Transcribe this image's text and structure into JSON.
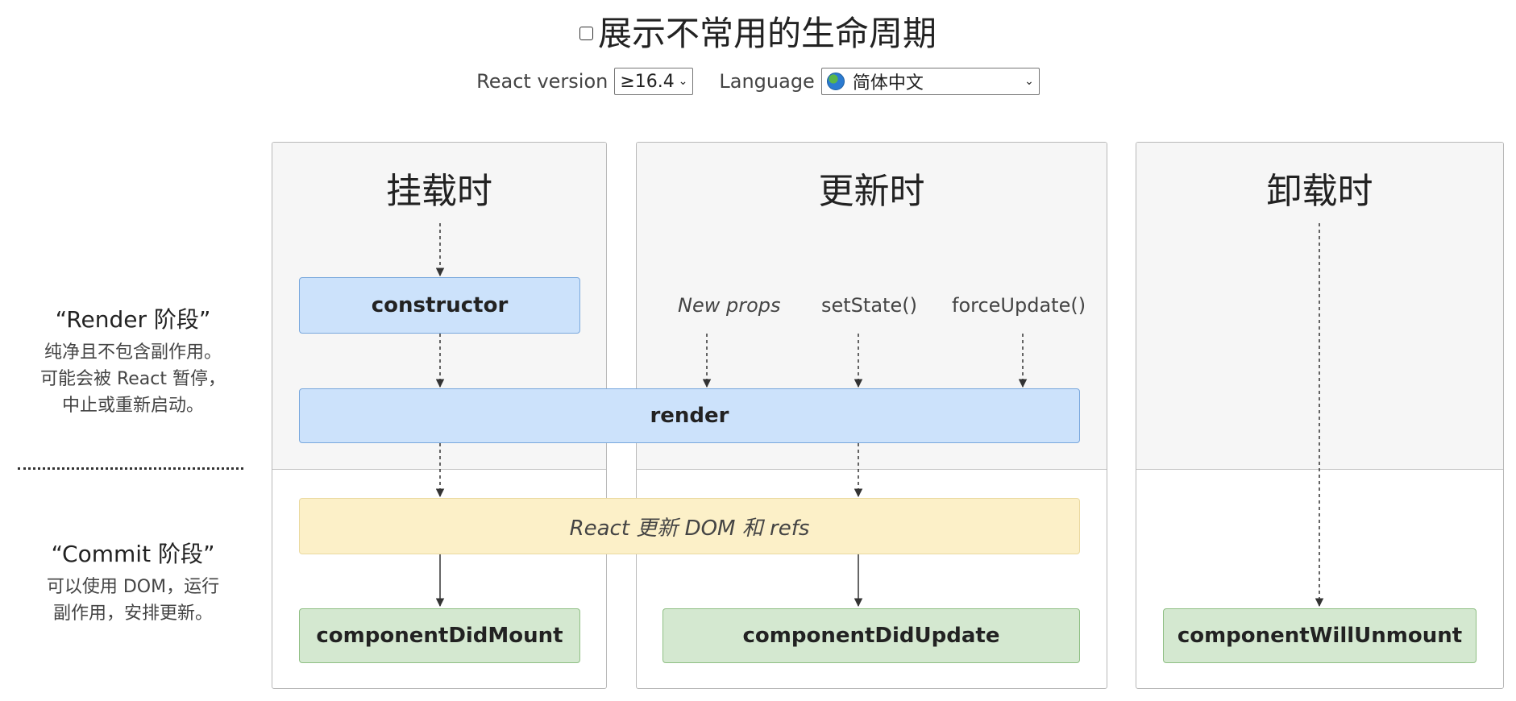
{
  "header": {
    "show_uncommon_label": "展示不常用的生命周期",
    "react_version_label": "React version",
    "react_version_value": "≥16.4",
    "language_label": "Language",
    "language_value": "简体中文"
  },
  "phases": {
    "render_title": "“Render 阶段”",
    "render_desc": [
      "纯净且不包含副作用。",
      "可能会被 React 暂停，",
      "中止或重新启动。"
    ],
    "commit_title": "“Commit 阶段”",
    "commit_desc": [
      "可以使用 DOM，运行",
      "副作用，安排更新。"
    ]
  },
  "columns": {
    "mounting": "挂载时",
    "updating": "更新时",
    "unmounting": "卸载时"
  },
  "triggers": {
    "new_props": "New props",
    "set_state": "setState()",
    "force_update": "forceUpdate()"
  },
  "methods": {
    "constructor": "constructor",
    "render": "render",
    "react_updates": "React 更新 DOM 和 refs",
    "did_mount": "componentDidMount",
    "did_update": "componentDidUpdate",
    "will_unmount": "componentWillUnmount"
  }
}
